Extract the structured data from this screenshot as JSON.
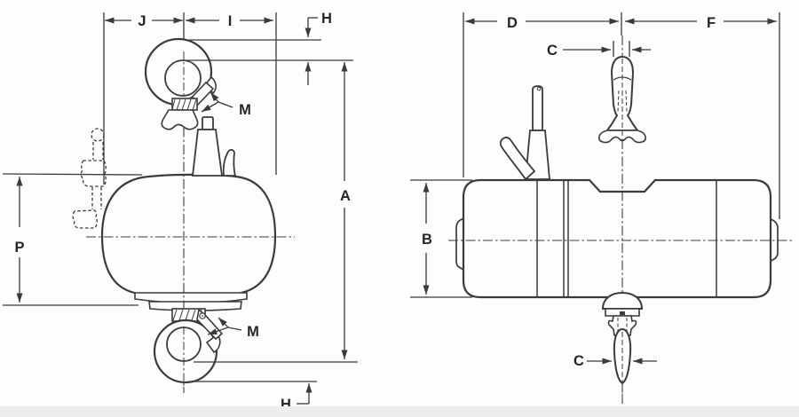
{
  "diagram_labels": {
    "J": "J",
    "I": "I",
    "H": "H",
    "M": "M",
    "A": "A",
    "P": "P",
    "D": "D",
    "F": "F",
    "C": "C",
    "B": "B"
  },
  "views": {
    "front_view_dimensions": [
      "J",
      "I",
      "H",
      "M",
      "A",
      "P",
      "M",
      "H"
    ],
    "side_view_dimensions": [
      "D",
      "F",
      "C",
      "B",
      "C"
    ]
  },
  "colors": {
    "line": "#3b3b3b",
    "background": "#fdfdfc",
    "footer_band": "#eeecea"
  }
}
